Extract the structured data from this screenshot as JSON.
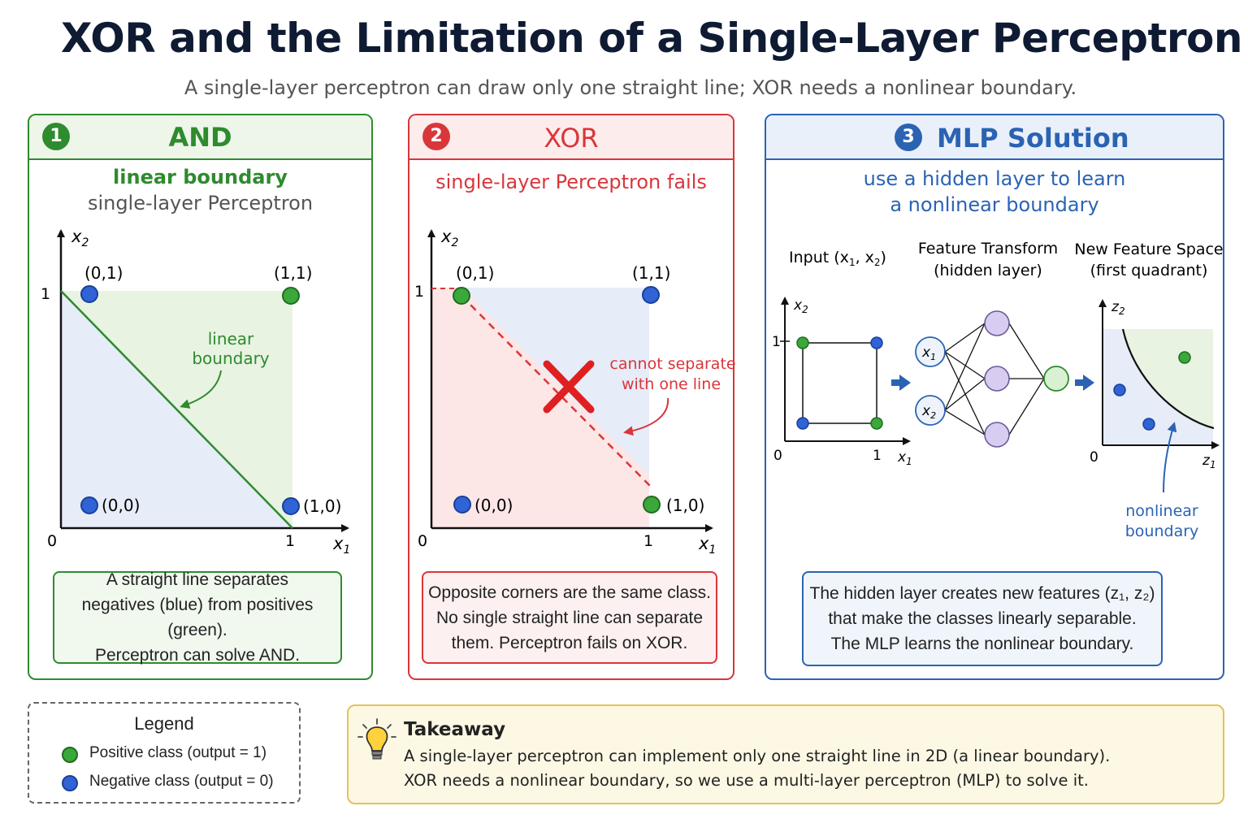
{
  "title": "XOR and the Limitation of a Single-Layer Perceptron",
  "subtitle": "A single-layer perceptron can draw only one straight line; XOR needs a nonlinear boundary.",
  "colors": {
    "positive": "#3aa83a",
    "negative": "#2f63d6",
    "and_accent": "#2e8b2e",
    "xor_accent": "#d9363b",
    "mlp_accent": "#2b63b3",
    "hidden_node": "#d8ccf0"
  },
  "panels": {
    "and": {
      "number": "1",
      "title": "AND",
      "subtitle_1": "linear boundary",
      "subtitle_2": "single-layer Perceptron",
      "axis_x": "x",
      "axis_x_sub": "1",
      "axis_y": "x",
      "axis_y_sub": "2",
      "tick_origin": "0",
      "tick_one": "1",
      "points": [
        {
          "label": "(0,1)",
          "class": "negative"
        },
        {
          "label": "(1,1)",
          "class": "positive"
        },
        {
          "label": "(0,0)",
          "class": "negative"
        },
        {
          "label": "(1,0)",
          "class": "negative"
        }
      ],
      "annotation_1": "linear",
      "annotation_2": "boundary",
      "note": [
        "A straight line separates",
        "negatives (blue) from positives (green).",
        "Perceptron can solve AND."
      ]
    },
    "xor": {
      "number": "2",
      "title": "XOR",
      "subtitle_1": "single-layer Perceptron fails",
      "axis_x": "x",
      "axis_x_sub": "1",
      "axis_y": "x",
      "axis_y_sub": "2",
      "tick_origin": "0",
      "tick_one": "1",
      "points": [
        {
          "label": "(0,1)",
          "class": "positive"
        },
        {
          "label": "(1,1)",
          "class": "negative"
        },
        {
          "label": "(0,0)",
          "class": "negative"
        },
        {
          "label": "(1,0)",
          "class": "positive"
        }
      ],
      "annotation_1": "cannot separate",
      "annotation_2": "with one line",
      "note": [
        "Opposite corners are the same class.",
        "No single straight line can separate",
        "them. Perceptron fails on XOR."
      ]
    },
    "mlp": {
      "number": "3",
      "title": "MLP Solution",
      "subtitle_1": "use a hidden layer to learn",
      "subtitle_2": "a nonlinear boundary",
      "col_input": "Input (x",
      "col_input_sub1": "1",
      "col_input_mid": ", x",
      "col_input_sub2": "2",
      "col_input_end": ")",
      "col_transform_1": "Feature Transform",
      "col_transform_2": "(hidden layer)",
      "col_space_1": "New Feature Space",
      "col_space_2": "(first quadrant)",
      "input_axis_x": "x",
      "input_axis_y": "x",
      "sub_1": "1",
      "sub_2": "2",
      "tick_origin": "0",
      "tick_one": "1",
      "node_x": "x",
      "space_axis_x": "z",
      "space_axis_y": "z",
      "annotation_1": "nonlinear",
      "annotation_2": "boundary",
      "note": [
        "The hidden layer creates new features (z₁, z₂)",
        "that make the classes linearly separable.",
        "The MLP learns the nonlinear boundary."
      ]
    }
  },
  "legend": {
    "title": "Legend",
    "positive": "Positive class (output = 1)",
    "negative": "Negative class (output = 0)"
  },
  "takeaway": {
    "icon": "lightbulb-icon",
    "title": "Takeaway",
    "line_1": "A single-layer perceptron can implement only one straight line in 2D (a linear boundary).",
    "line_2": "XOR needs a nonlinear boundary, so we use a multi-layer perceptron (MLP) to solve it."
  }
}
